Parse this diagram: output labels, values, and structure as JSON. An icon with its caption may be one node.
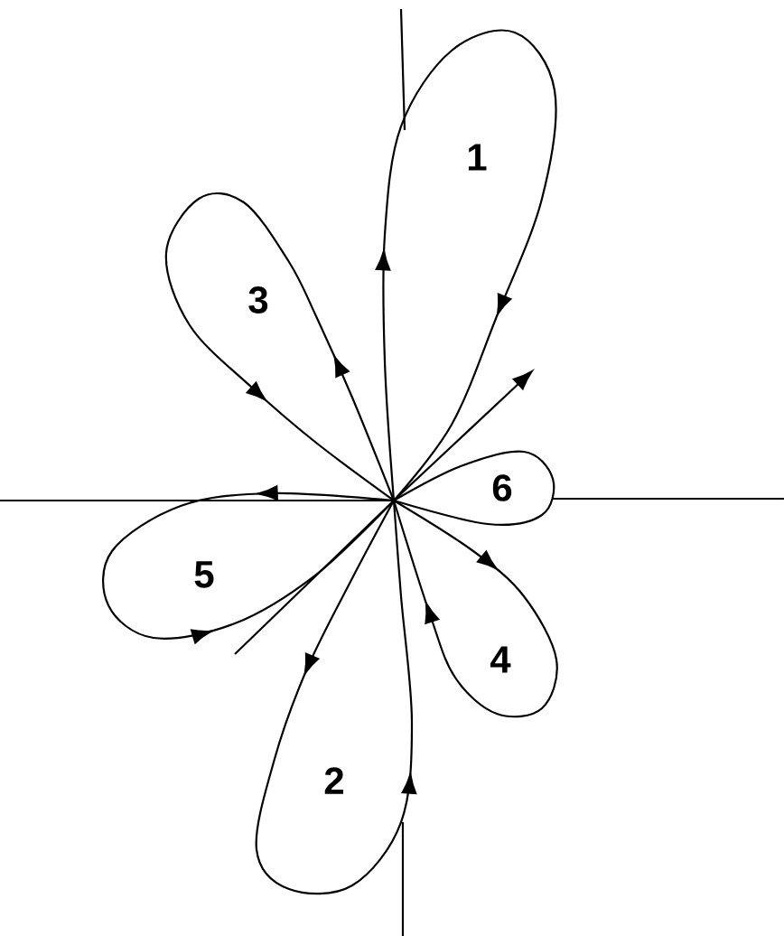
{
  "diagram": {
    "labels": [
      "1",
      "3",
      "6",
      "5",
      "4",
      "2"
    ]
  }
}
